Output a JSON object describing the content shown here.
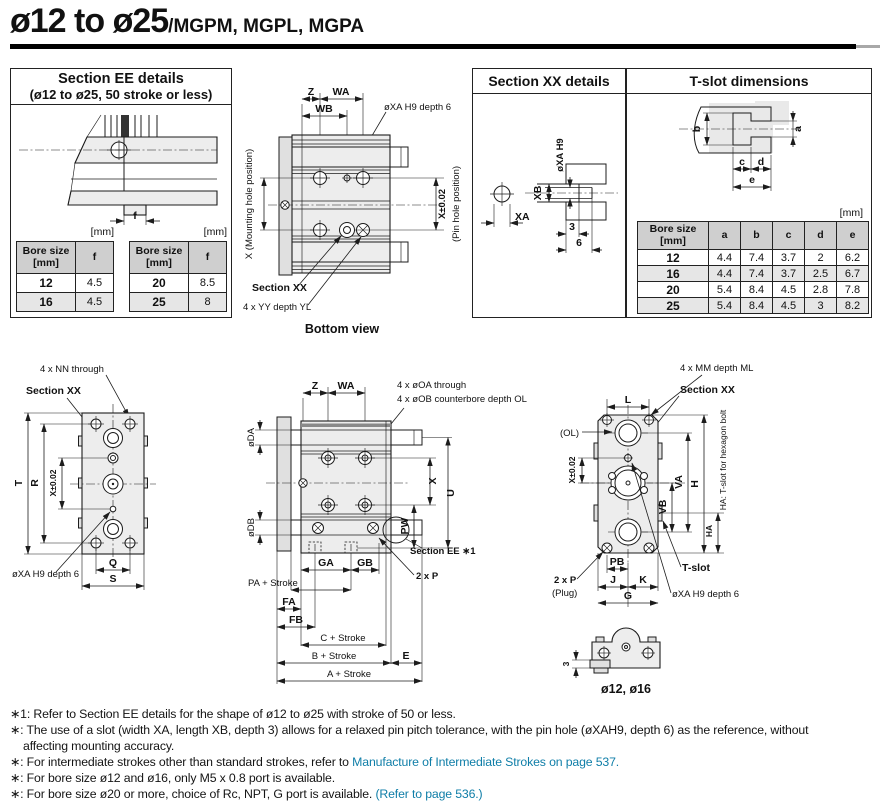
{
  "header": {
    "title_main": "ø12 to ø25",
    "title_suffix": "/MGPM, MGPL, MGPA"
  },
  "section_ee": {
    "title": "Section EE details",
    "subtitle": "(ø12 to ø25, 50 stroke or less)",
    "unit": "[mm]",
    "dim_f": "f",
    "bore_header": "Bore size",
    "bore_unit": "[mm]",
    "f_header": "f",
    "table_left_rows": [
      [
        "12",
        "4.5"
      ],
      [
        "16",
        "4.5"
      ]
    ],
    "table_right_rows": [
      [
        "20",
        "8.5"
      ],
      [
        "25",
        "8"
      ]
    ]
  },
  "bottom_view": {
    "dim_z": "Z",
    "dim_wa": "WA",
    "dim_wb": "WB",
    "pin_label": "øXA H9 depth 6",
    "left_axis": "X (Mounting hole position)",
    "right_dim": "X±0.02",
    "right_axis": "(Pin hole position)",
    "section_label": "Section XX",
    "yy_label": "4 x YY depth YL",
    "caption": "Bottom view"
  },
  "section_xx": {
    "title": "Section XX details",
    "dia_label": "øXA H9",
    "xb": "XB",
    "xa": "XA",
    "d3": "3",
    "d6": "6"
  },
  "tslot": {
    "title": "T-slot dimensions",
    "unit": "[mm]",
    "dim_a": "a",
    "dim_b": "b",
    "dim_c": "c",
    "dim_d": "d",
    "dim_e": "e",
    "bore_header": "Bore size",
    "bore_unit": "[mm]",
    "cols": [
      "a",
      "b",
      "c",
      "d",
      "e"
    ],
    "rows": [
      {
        "bore": "12",
        "vals": [
          "4.4",
          "7.4",
          "3.7",
          "2",
          "6.2"
        ]
      },
      {
        "bore": "16",
        "vals": [
          "4.4",
          "7.4",
          "3.7",
          "2.5",
          "6.7"
        ]
      },
      {
        "bore": "20",
        "vals": [
          "5.4",
          "8.4",
          "4.5",
          "2.8",
          "7.8"
        ]
      },
      {
        "bore": "25",
        "vals": [
          "5.4",
          "8.4",
          "4.5",
          "3",
          "8.2"
        ]
      }
    ]
  },
  "left_view": {
    "nn_label": "4 x NN through",
    "section_label": "Section XX",
    "dim_t": "T",
    "dim_r": "R",
    "dim_x": "X±0.02",
    "xa_label": "øXA H9 depth 6",
    "dim_q": "Q",
    "dim_s": "S"
  },
  "front_view": {
    "dim_z": "Z",
    "dim_wa": "WA",
    "oa_label": "4 x øOA through",
    "ob_label": "4 x øOB counterbore depth OL",
    "dim_da": "øDA",
    "dim_db": "øDB",
    "dim_pw": "PW",
    "dim_x": "X",
    "dim_u": "U",
    "dim_ga": "GA",
    "dim_gb": "GB",
    "section_ee_label": "Section EE ∗1",
    "p_label": "2 x P",
    "dim_pa": "PA + Stroke",
    "dim_fa": "FA",
    "dim_fb": "FB",
    "dim_c": "C + Stroke",
    "dim_b": "B + Stroke",
    "dim_e": "E",
    "dim_a": "A + Stroke"
  },
  "end_view": {
    "mm_label": "4 x MM depth ML",
    "section_label": "Section XX",
    "dim_l": "L",
    "ol_label": "(OL)",
    "dim_x": "X±0.02",
    "dim_vb": "VB",
    "dim_va": "VA",
    "dim_h": "H",
    "ha_label": "HA: T-slot for hexagon bolt",
    "dim_ha": "HA",
    "dim_pb": "PB",
    "p_label": "2 x P",
    "plug_label": "(Plug)",
    "dim_j": "J",
    "dim_k": "K",
    "dim_g": "G",
    "tslot_label": "T-slot",
    "xa_label": "øXA H9 depth 6",
    "dim_3": "3",
    "caption": "ø12, ø16"
  },
  "footnotes": {
    "f1": "∗1: Refer to Section EE details for the shape of ø12 to ø25 with stroke of 50 or less.",
    "f2a": "∗: The use of a slot (width XA, length XB, depth 3) allows for a relaxed pin pitch tolerance, with the pin hole (øXAH9, depth 6) as the reference, without",
    "f2b": "affecting mounting accuracy.",
    "f3a": "∗: For intermediate strokes other than standard strokes, refer to ",
    "f3b": "Manufacture of Intermediate Strokes on page 537.",
    "f4": "∗: For bore size ø12 and ø16, only M5 x 0.8 port is available.",
    "f5a": "∗: For bore size ø20 or more, choice of Rc, NPT, G port is available. ",
    "f5b": "(Refer to page 536.)"
  },
  "colors": {
    "accent_link": "#0f7ea8",
    "line": "#1c1c1c",
    "body_fill": "#ededed",
    "table_header": "#cfcfcf",
    "row_shade": "#e6e6e6"
  }
}
